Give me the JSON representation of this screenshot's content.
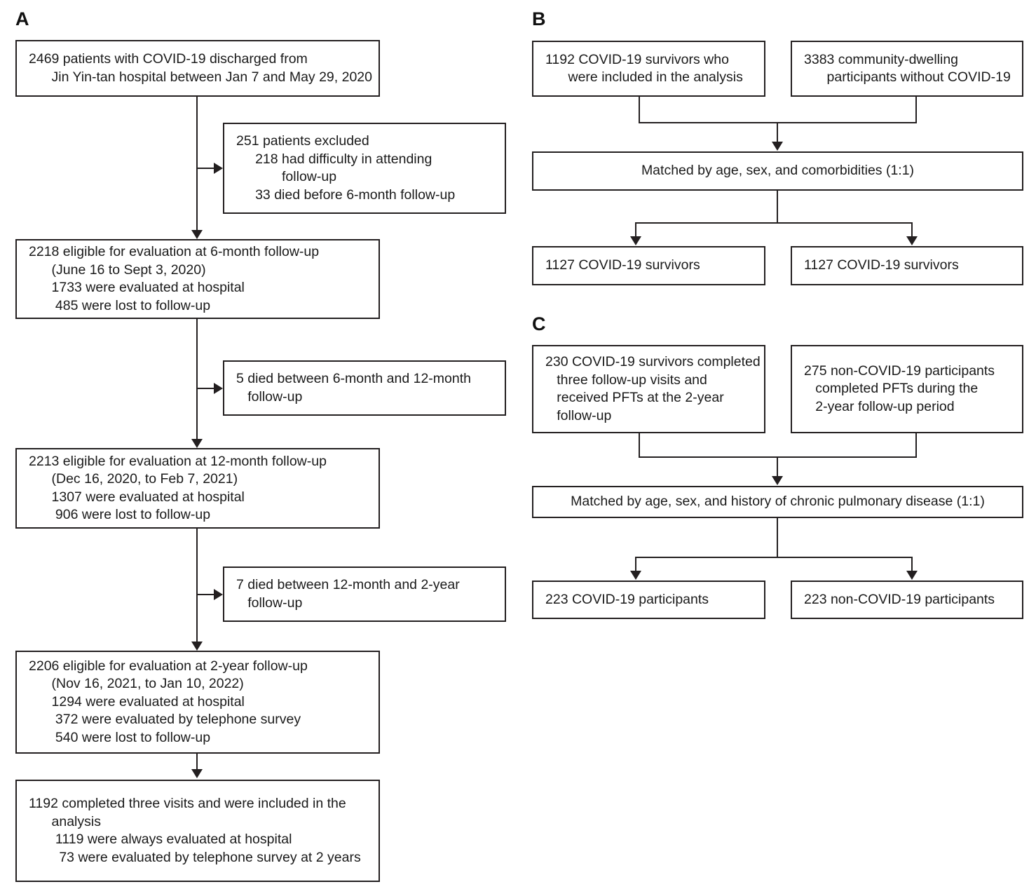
{
  "figure": {
    "type": "flow-diagram",
    "panels": [
      {
        "id": "A",
        "label": "A",
        "nodes": [
          {
            "id": "a-enrolled",
            "lines": [
              "2469 patients with COVID-19 discharged from",
              "      Jin Yin-tan hospital between Jan 7 and May 29, 2020"
            ]
          },
          {
            "id": "a-excluded",
            "lines": [
              "251 patients excluded",
              "     218 had difficulty in attending",
              "            follow-up",
              "     33 died before 6-month follow-up"
            ]
          },
          {
            "id": "a-6month",
            "lines": [
              "2218 eligible for evaluation at 6-month follow-up",
              "      (June 16 to Sept 3, 2020)",
              "      1733 were evaluated at hospital",
              "       485 were lost to follow-up"
            ]
          },
          {
            "id": "a-died-6-12",
            "lines": [
              "5 died between 6-month and 12-month",
              "   follow-up"
            ]
          },
          {
            "id": "a-12month",
            "lines": [
              "2213 eligible for evaluation at 12-month follow-up",
              "      (Dec 16, 2020, to Feb 7, 2021)",
              "      1307 were evaluated at hospital",
              "       906 were lost to follow-up"
            ]
          },
          {
            "id": "a-died-12-2y",
            "lines": [
              "7 died between 12-month and 2-year",
              "   follow-up"
            ]
          },
          {
            "id": "a-2year",
            "lines": [
              "2206 eligible for evaluation at 2-year follow-up",
              "      (Nov 16, 2021, to Jan 10, 2022)",
              "      1294 were evaluated at hospital",
              "       372 were evaluated by telephone survey",
              "       540 were lost to follow-up"
            ]
          },
          {
            "id": "a-included",
            "lines": [
              "1192 completed three visits and were included in the",
              "      analysis",
              "       1119 were always evaluated at hospital",
              "        73 were evaluated by telephone survey at 2 years"
            ]
          }
        ]
      },
      {
        "id": "B",
        "label": "B",
        "nodes": [
          {
            "id": "b-survivors",
            "lines": [
              "1192 COVID-19 survivors who",
              "      were included in the analysis"
            ]
          },
          {
            "id": "b-community",
            "lines": [
              "3383 community-dwelling",
              "      participants without COVID-19"
            ]
          },
          {
            "id": "b-matched",
            "lines": [
              "Matched by age, sex, and comorbidities (1:1)"
            ]
          },
          {
            "id": "b-matched-left",
            "lines": [
              "1127 COVID-19 survivors"
            ]
          },
          {
            "id": "b-matched-right",
            "lines": [
              "1127 COVID-19 survivors"
            ]
          }
        ]
      },
      {
        "id": "C",
        "label": "C",
        "nodes": [
          {
            "id": "c-covid-pft",
            "lines": [
              "230 COVID-19 survivors completed",
              "   three follow-up visits and",
              "   received PFTs at the 2-year",
              "   follow-up"
            ]
          },
          {
            "id": "c-noncovid-pft",
            "lines": [
              "275 non-COVID-19 participants",
              "   completed PFTs during the",
              "   2-year follow-up period"
            ]
          },
          {
            "id": "c-matched",
            "lines": [
              "Matched by age, sex, and history of chronic pulmonary disease (1:1)"
            ]
          },
          {
            "id": "c-matched-left",
            "lines": [
              "223 COVID-19 participants"
            ]
          },
          {
            "id": "c-matched-right",
            "lines": [
              "223 non-COVID-19 participants"
            ]
          }
        ]
      }
    ],
    "colors": {
      "stroke": "#231f20",
      "text": "#1a1a1a",
      "background": "#ffffff"
    }
  }
}
